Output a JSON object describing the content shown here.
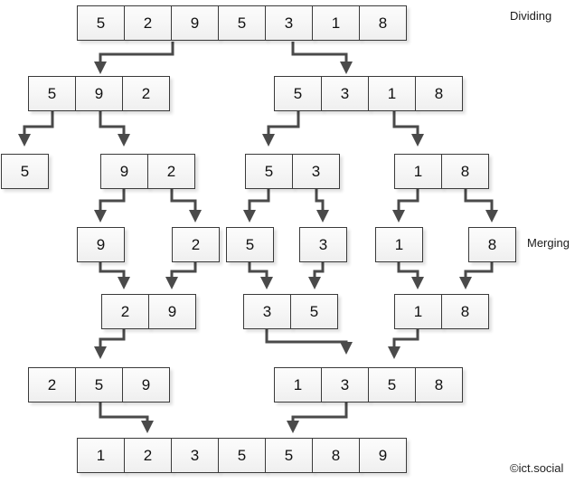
{
  "diagram": {
    "title": "merge-sort-visualization",
    "labels": {
      "dividing": "Dividing",
      "merging": "Merging"
    },
    "watermark": "©ict.social",
    "colors": {
      "box_border": "#3a3a3a",
      "box_fill": "#f7f7f7",
      "arrow": "#4a4a4a",
      "text": "#111111",
      "background": "#ffffff"
    },
    "rows": [
      {
        "name": "row-1-initial",
        "phase": "dividing",
        "groups": [
          {
            "values": [
              "5",
              "2",
              "9",
              "5",
              "3",
              "1",
              "8"
            ]
          }
        ]
      },
      {
        "name": "row-2-split",
        "phase": "dividing",
        "groups": [
          {
            "values": [
              "5",
              "9",
              "2"
            ]
          },
          {
            "values": [
              "5",
              "3",
              "1",
              "8"
            ]
          }
        ]
      },
      {
        "name": "row-3-split",
        "phase": "dividing",
        "groups": [
          {
            "values": [
              "5"
            ]
          },
          {
            "values": [
              "9",
              "2"
            ]
          },
          {
            "values": [
              "5",
              "3"
            ]
          },
          {
            "values": [
              "1",
              "8"
            ]
          }
        ]
      },
      {
        "name": "row-4-singletons",
        "phase": "merging",
        "groups": [
          {
            "values": [
              "9"
            ]
          },
          {
            "values": [
              "2"
            ]
          },
          {
            "values": [
              "5"
            ]
          },
          {
            "values": [
              "3"
            ]
          },
          {
            "values": [
              "1"
            ]
          },
          {
            "values": [
              "8"
            ]
          }
        ]
      },
      {
        "name": "row-5-merged-pairs",
        "phase": "merging",
        "groups": [
          {
            "values": [
              "2",
              "9"
            ]
          },
          {
            "values": [
              "3",
              "5"
            ]
          },
          {
            "values": [
              "1",
              "8"
            ]
          }
        ]
      },
      {
        "name": "row-6-merged",
        "phase": "merging",
        "groups": [
          {
            "values": [
              "2",
              "5",
              "9"
            ]
          },
          {
            "values": [
              "1",
              "3",
              "5",
              "8"
            ]
          }
        ]
      },
      {
        "name": "row-7-sorted",
        "phase": "merging",
        "groups": [
          {
            "values": [
              "1",
              "2",
              "3",
              "5",
              "5",
              "8",
              "9"
            ]
          }
        ]
      }
    ]
  }
}
